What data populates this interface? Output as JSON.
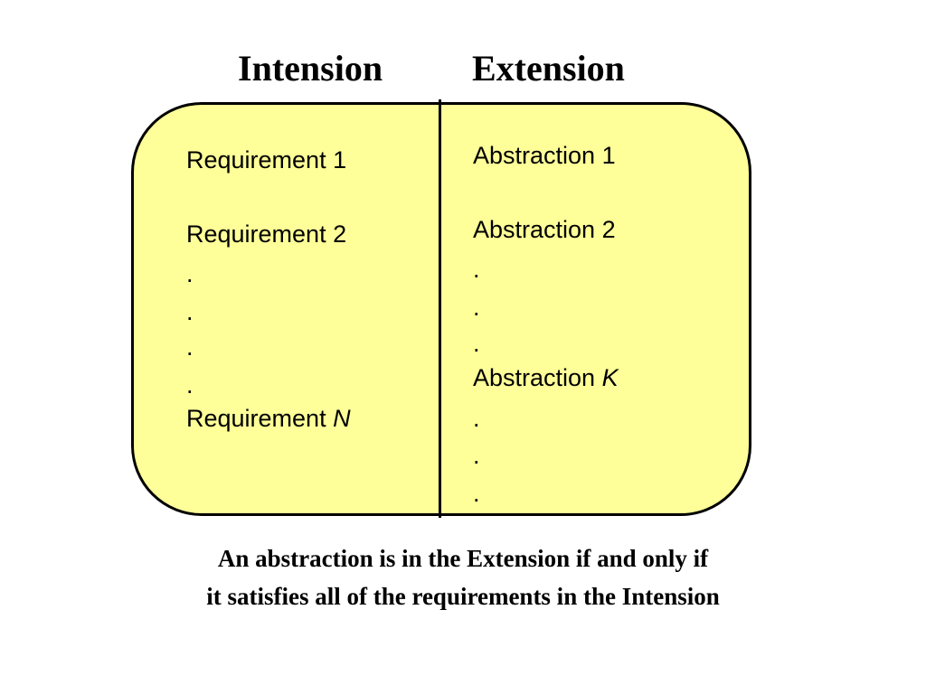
{
  "headings": {
    "left": "Intension",
    "right": "Extension"
  },
  "intension": {
    "req1": "Requirement 1",
    "req2": "Requirement 2",
    "dots": [
      ".",
      ".",
      ".",
      "."
    ],
    "reqN_prefix": "Requirement ",
    "reqN_var": "N"
  },
  "extension": {
    "abs1": "Abstraction 1",
    "abs2": "Abstraction 2",
    "dots_a": [
      ".",
      ".",
      "."
    ],
    "absK_prefix": "Abstraction ",
    "absK_var": "K",
    "dots_b": [
      ".",
      ".",
      "."
    ]
  },
  "caption": {
    "line1": "An abstraction is in the Extension if and only if",
    "line2": "it satisfies all of the requirements in the Intension"
  },
  "colors": {
    "box_fill": "#ffff99",
    "stroke": "#000000"
  }
}
